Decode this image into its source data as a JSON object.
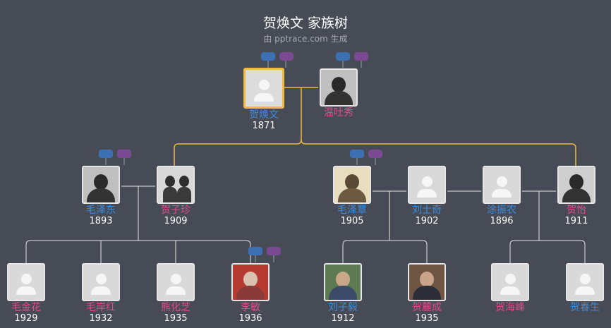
{
  "header": {
    "title": "贺焕文 家族树",
    "subtitle": "由 pptrace.com 生成"
  },
  "people": {
    "he_huanwen": {
      "name": "贺焕文",
      "year": "1871"
    },
    "wen_tuxiu": {
      "name": "温吐秀",
      "year": ""
    },
    "mao_zedong": {
      "name": "毛泽东",
      "year": "1893"
    },
    "he_zizhen": {
      "name": "贺子珍",
      "year": "1909"
    },
    "mao_zetan": {
      "name": "毛泽覃",
      "year": "1905"
    },
    "liu_shiqi": {
      "name": "刘士奇",
      "year": "1902"
    },
    "tu_zhennong": {
      "name": "涂振农",
      "year": "1896"
    },
    "he_yi": {
      "name": "贺怡",
      "year": "1911"
    },
    "mao_jinhua": {
      "name": "毛金花",
      "year": "1929"
    },
    "mao_anhong": {
      "name": "毛岸红",
      "year": "1932"
    },
    "xiong_huazhi": {
      "name": "熊化芝",
      "year": "1935"
    },
    "li_min": {
      "name": "李敏",
      "year": "1936"
    },
    "liu_ziyi": {
      "name": "刘子毅",
      "year": "1912"
    },
    "he_licheng": {
      "name": "贺麓成",
      "year": "1935"
    },
    "he_haifeng": {
      "name": "贺海峰",
      "year": ""
    },
    "he_chunsheng": {
      "name": "贺春生",
      "year": ""
    }
  },
  "colors": {
    "background": "#474b55",
    "male": "#3b8de0",
    "female": "#e64a8b",
    "highlight_line": "#f0b93f",
    "line": "#e6e6e6",
    "toggle_blue": "#3d70b2",
    "toggle_purple": "#7a4a92"
  },
  "icons": {
    "placeholder": "person-placeholder-icon",
    "toggle_father": "expand-father-toggle-icon",
    "toggle_mother": "expand-mother-toggle-icon"
  }
}
